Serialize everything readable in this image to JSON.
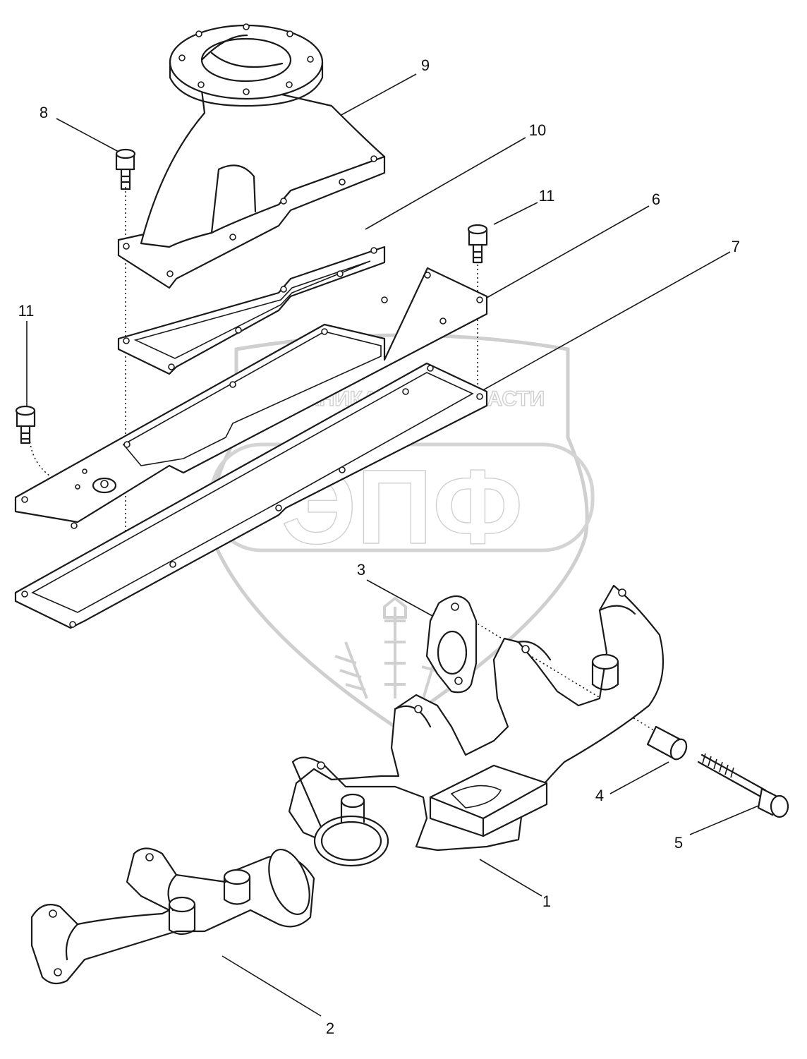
{
  "callouts": {
    "c1": "1",
    "c2": "2",
    "c3": "3",
    "c4": "4",
    "c5": "5",
    "c6": "6",
    "c7": "7",
    "c8": "8",
    "c9": "9",
    "c10": "10",
    "c11a": "11",
    "c11b": "11"
  },
  "watermark": {
    "text_left": "ТЕХНИКА",
    "text_right": "ЗАПЧАСТИ",
    "logo": "ЭПФ"
  },
  "colors": {
    "line": "#1a1a1a",
    "watermark": "#cfcfcf",
    "background": "#ffffff"
  }
}
